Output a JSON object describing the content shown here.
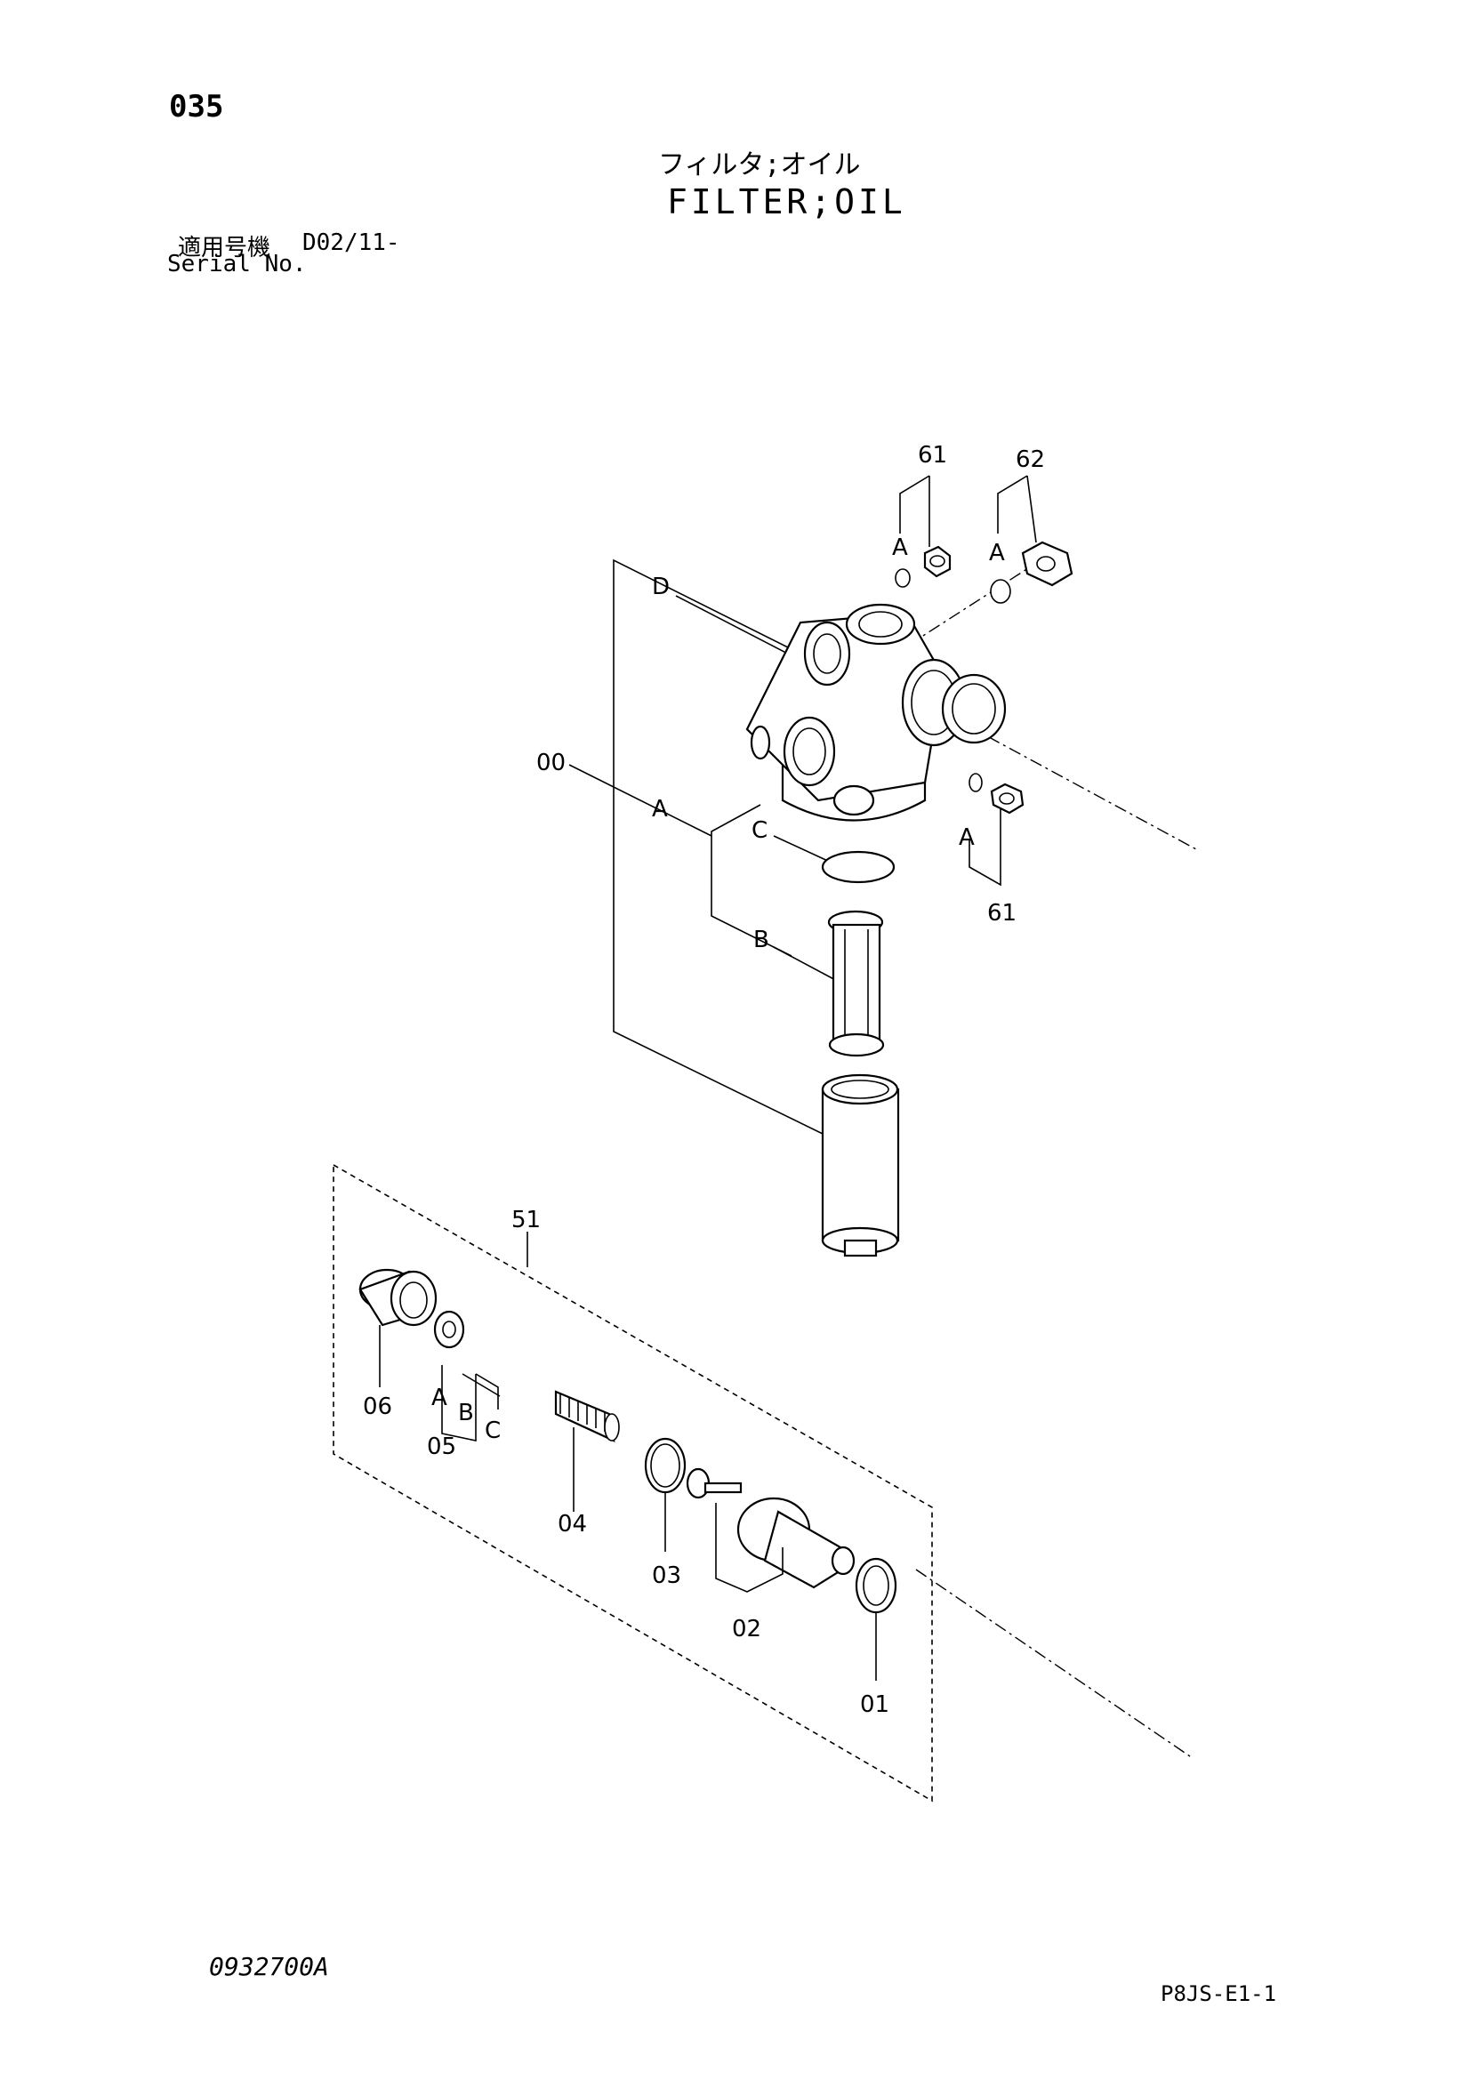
{
  "header": {
    "page_number": "035",
    "title_jp": "フィルタ;オイル",
    "title_en": "FILTER;OIL",
    "serial_label_jp": "適用号機",
    "serial_value": "D02/11-",
    "serial_label_en": "Serial No."
  },
  "callouts": {
    "p61_top": "61",
    "p62": "62",
    "a_top1": "A",
    "a_top2": "A",
    "d": "D",
    "p00": "00",
    "a_mid": "A",
    "c_mid": "C",
    "b_mid": "B",
    "a_right": "A",
    "p61_right": "61",
    "p51": "51",
    "p06": "06",
    "a_low": "A",
    "b_low": "B",
    "c_low": "C",
    "p05": "05",
    "p04": "04",
    "p03": "03",
    "p02": "02",
    "p01": "01"
  },
  "footer": {
    "doc_code": "0932700A",
    "page_code": "P8JS-E1-1"
  }
}
